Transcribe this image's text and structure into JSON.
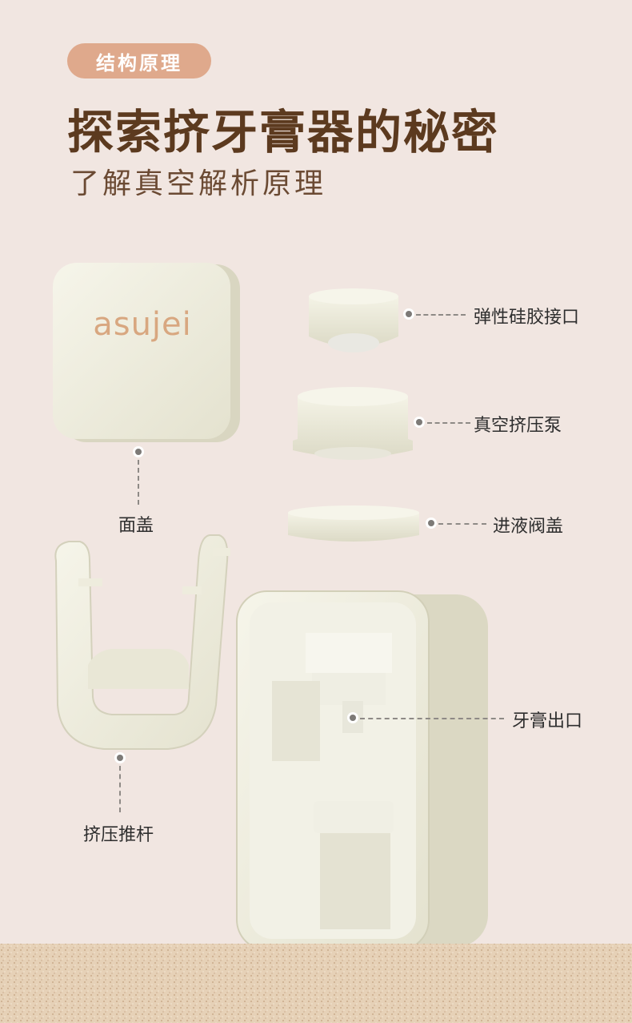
{
  "header": {
    "badge": "结构原理",
    "title": "探索挤牙膏器的秘密",
    "subtitle": "了解真空解析原理"
  },
  "product": {
    "logo": "asujei"
  },
  "callouts": {
    "cover": "面盖",
    "silicone_interface": "弹性硅胶接口",
    "vacuum_pump": "真空挤压泵",
    "inlet_valve_cap": "进液阀盖",
    "push_rod": "挤压推杆",
    "paste_outlet": "牙膏出口"
  },
  "colors": {
    "background": "#f1e6e1",
    "badge": "#dfa98c",
    "title": "#5c3a1f",
    "product": "#efeedd",
    "countertop": "#e3cdb3"
  }
}
